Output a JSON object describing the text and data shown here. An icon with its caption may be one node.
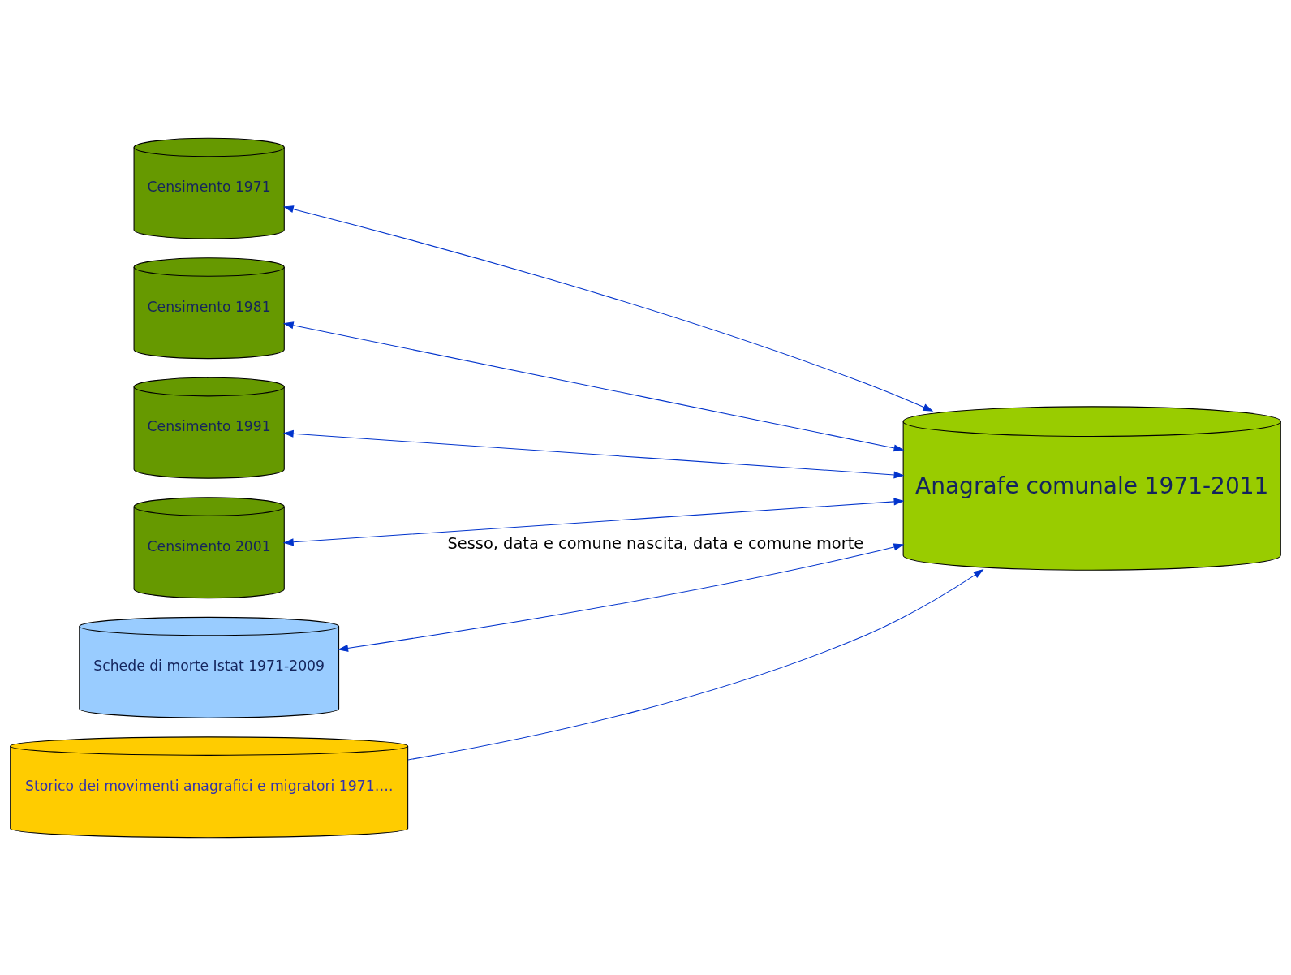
{
  "diagram": {
    "nodes": [
      {
        "text": [
          "Censimento 1971"
        ]
      },
      {
        "text": [
          "Censimento 1981"
        ]
      },
      {
        "text": [
          "Censimento 1991"
        ]
      },
      {
        "text": [
          "Censimento 2001"
        ]
      },
      {
        "text": [
          "Anagrafe comunale 1971-2011"
        ]
      },
      {
        "text": [
          "Schede di morte Istat 1971-2009"
        ]
      },
      {
        "text": [
          "Storico dei movimenti anagrafici e migratori 1971…."
        ]
      }
    ],
    "edges": [
      {
        "from": 0,
        "to": 4,
        "arrow": "both"
      },
      {
        "from": 1,
        "to": 4,
        "arrow": "both"
      },
      {
        "from": 2,
        "to": 4,
        "arrow": "both"
      },
      {
        "from": 3,
        "to": 4,
        "arrow": "both"
      },
      {
        "from": 5,
        "to": 4,
        "arrow": "both",
        "label": "Sesso, data e comune nascita, data e comune morte"
      },
      {
        "from": 6,
        "to": 4,
        "arrow": "to"
      }
    ]
  }
}
